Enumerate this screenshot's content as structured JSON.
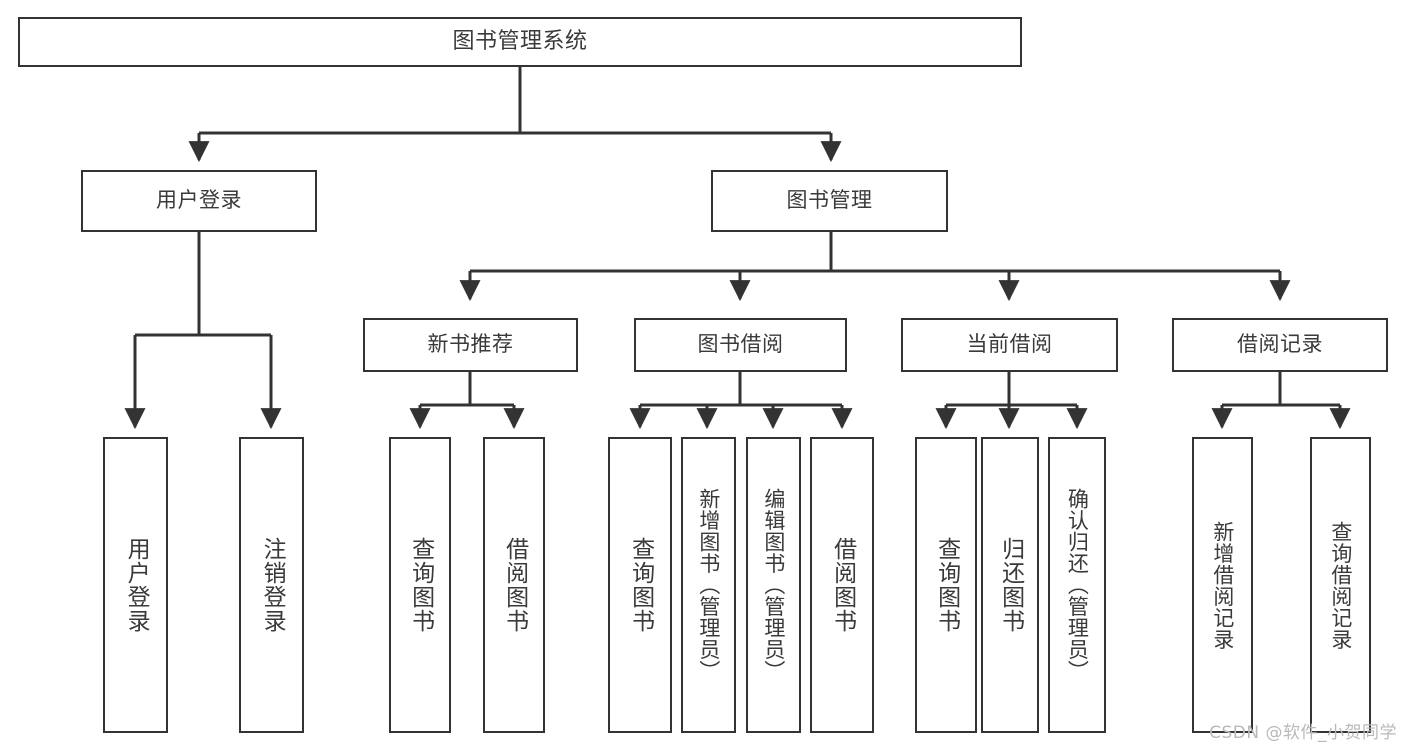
{
  "diagram": {
    "title": "图书管理系统",
    "type": "tree",
    "watermark": "CSDN @软件_小贺同学",
    "colors": {
      "box_border": "#333333",
      "box_fill": "#ffffff",
      "text": "#3a3a3a",
      "edge": "#333333",
      "watermark": "#b9b9b9",
      "background": "#ffffff"
    },
    "root": {
      "label": "图书管理系统"
    },
    "level2": [
      {
        "label": "用户登录"
      },
      {
        "label": "图书管理"
      }
    ],
    "level3": [
      {
        "label": "新书推荐"
      },
      {
        "label": "图书借阅"
      },
      {
        "label": "当前借阅"
      },
      {
        "label": "借阅记录"
      }
    ],
    "leaves": {
      "user_login": [
        {
          "label": "用户登录"
        },
        {
          "label": "注销登录"
        }
      ],
      "new_book_recommend": [
        {
          "label": "查询图书"
        },
        {
          "label": "借阅图书"
        }
      ],
      "book_borrow": [
        {
          "label": "查询图书"
        },
        {
          "label": "新增图书（管理员）"
        },
        {
          "label": "编辑图书（管理员）"
        },
        {
          "label": "借阅图书"
        }
      ],
      "current_borrow": [
        {
          "label": "查询图书"
        },
        {
          "label": "归还图书"
        },
        {
          "label": "确认归还（管理员）"
        }
      ],
      "borrow_records": [
        {
          "label": "新增借阅记录"
        },
        {
          "label": "查询借阅记录"
        }
      ]
    }
  }
}
